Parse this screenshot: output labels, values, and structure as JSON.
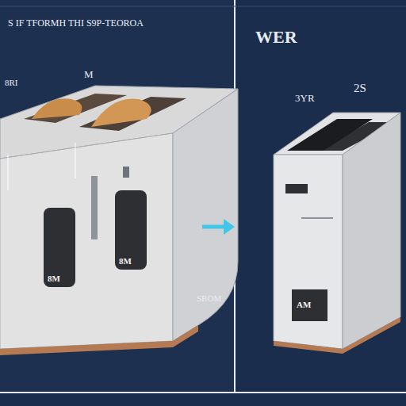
{
  "diagram": {
    "title": "S IF TFORMH THI S9P-TEOROA",
    "labels": [
      "WER",
      "8RI",
      "M",
      "3YR",
      "2S",
      "8M",
      "8M",
      "AM",
      "SBOM"
    ]
  }
}
